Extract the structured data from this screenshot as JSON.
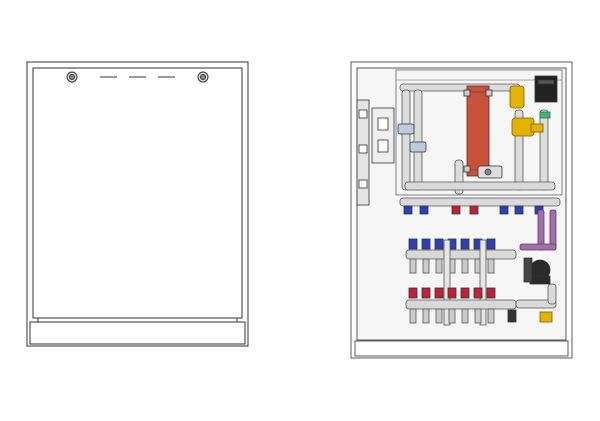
{
  "drawing": {
    "left_view": "closed-cabinet-front",
    "right_view": "open-cabinet-hydraulic-manifold",
    "colors": {
      "outline": "#333333",
      "panel": "#f4f4f4",
      "pipe": "#d9d9d9",
      "heat_exchanger": "#c8523a",
      "valve_yellow": "#e2b400",
      "valve_blue": "#2b3fb8",
      "valve_red": "#c0203a",
      "pump": "#2a2a2a",
      "purple_pipe": "#a070a8"
    },
    "manifold_upper_valves": 7,
    "manifold_lower_valves": 7
  }
}
